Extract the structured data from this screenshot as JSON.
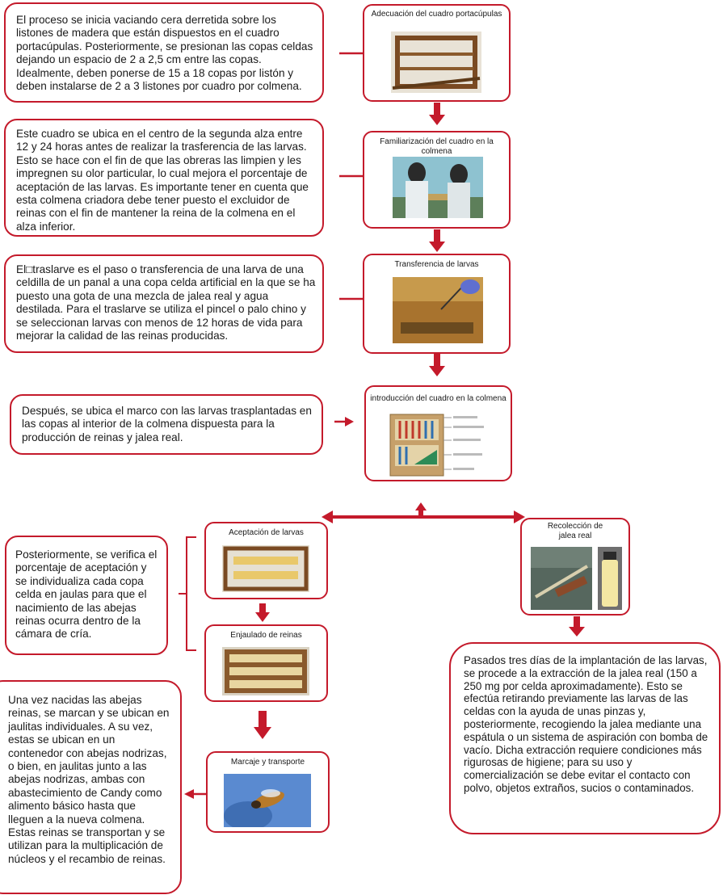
{
  "accent_color": "#c41a2b",
  "steps": [
    {
      "text": "El proceso se inicia vaciando cera derretida sobre los listones de madera que están dispuestos en el cuadro portacúpulas. Posteriormente, se presionan las copas celdas dejando un espacio de 2 a 2,5 cm entre las copas. Idealmente, deben ponerse de 15 a 18 copas por listón y deben instalarse de 2 a 3 listones por cuadro por colmena.",
      "card_title": "Adecuación del cuadro portacúpulas",
      "photo": "wooden-frame-photo"
    },
    {
      "text": "Este cuadro se ubica en el centro de la segunda alza entre 12 y 24 horas antes de realizar la trasferencia de las larvas. Esto se hace con el fin de que las obreras las limpien y les impregnen su olor particular, lo cual mejora el porcentaje de aceptación de las larvas. Es importante tener en cuenta que esta colmena criadora debe tener puesto el excluidor de reinas con el fin de mantener la reina de la colmena en el alza inferior.",
      "card_title": "Familiarización del cuadro en la colmena",
      "photo": "beekeepers-photo"
    },
    {
      "text": "El□traslarve es el paso o transferencia de una larva de una celdilla de un panal a una copa celda artificial en la que se ha puesto una gota de una mezcla de jalea real y agua destilada. Para el traslarve se utiliza el pincel o palo chino y se seleccionan larvas con menos de 12 horas de vida para mejorar la calidad de las reinas producidas.",
      "card_title": "Transferencia de larvas",
      "photo": "larva-transfer-photo"
    },
    {
      "text": "Después, se ubica el marco con las larvas trasplantadas en las copas al interior de la colmena dispuesta para la producción de reinas y jalea real.",
      "card_title": "introducción del cuadro en la colmena",
      "photo": "hive-diagram-illustration"
    }
  ],
  "acceptance": {
    "text": "Posteriormente,  se verifica el porcentaje de aceptación y se individualiza cada copa celda en jaulas para que el nacimiento de las abejas reinas ocurra dentro de la cámara de cría.",
    "card1_title": "Aceptación de larvas",
    "card2_title": "Enjaulado de reinas"
  },
  "marking": {
    "text": "Una vez nacidas las abejas reinas, se marcan y se ubican en jaulitas individuales. A su vez, estas se ubican en un contenedor con abejas nodrizas, o bien, en jaulitas junto a las abejas nodrizas, ambas con abastecimiento de Candy como alimento básico hasta que lleguen a la nueva colmena. Estas reinas se transportan y se utilizan para la multiplicación de núcleos y el recambio de reinas.",
    "card_title": "Marcaje y transporte"
  },
  "royal_jelly": {
    "card_title": "Recolección de jalea real",
    "text": "Pasados tres días de la implantación de las larvas, se procede a la extracción de la jalea real (150 a 250 mg por celda aproximadamente). Esto se efectúa retirando previamente las larvas de las celdas con la ayuda de unas pinzas y, posteriormente, recogiendo la jalea mediante una espátula o un sistema de aspiración con bomba de vacío. Dicha extracción requiere condiciones más rigurosas de higiene; para su uso  y comercialización se debe evitar el contacto con polvo, objetos extraños, sucios o contaminados."
  }
}
